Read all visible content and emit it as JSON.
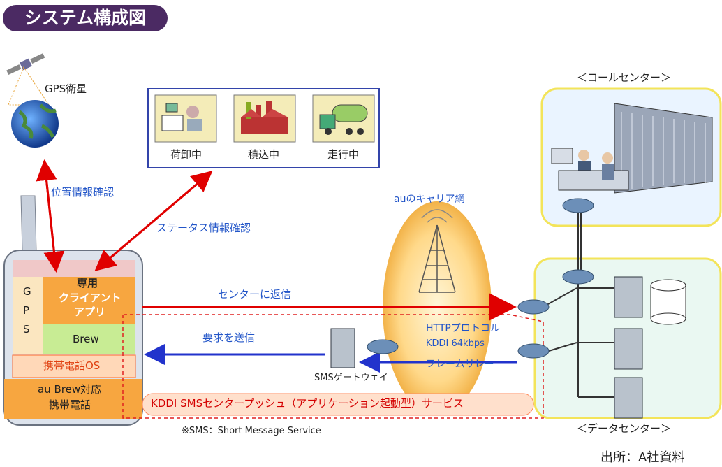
{
  "title": "システム構成図",
  "gps": {
    "satellite_label": "GPS衛星"
  },
  "status_panel": {
    "items": [
      "荷卸中",
      "積込中",
      "走行中"
    ]
  },
  "links": {
    "position_check": "位置情報確認",
    "status_check": "ステータス情報確認",
    "reply_to_center": "センターに返信",
    "send_request": "要求を送信",
    "http_protocol": "HTTPプロトコル",
    "kddi_speed": "KDDI 64kbps",
    "frame_relay": "フレームリレー"
  },
  "network": {
    "carrier": "auのキャリア網",
    "sms_gateway": "SMSゲートウェイ"
  },
  "phone": {
    "gps_column": [
      "G",
      "P",
      "S"
    ],
    "app_line1": "専用",
    "app_line2": "クライアント",
    "app_line3": "アプリ",
    "brew": "Brew",
    "os": "携帯電話OS",
    "device_line1": "au Brew対応",
    "device_line2": "携帯電話"
  },
  "service_bar": "KDDI SMSセンタープッシュ（アプリケーション起動型）サービス",
  "footnote": "※SMS：Short Message Service",
  "call_center_label": "＜コールセンター＞",
  "data_center_label": "＜データセンター＞",
  "source": "出所：A社資料",
  "colors": {
    "title_bg": "#4b2a63",
    "accent_red": "#e00000",
    "accent_blue": "#2233cc",
    "callcenter_bg": "#eaf4ff",
    "datacenter_bg": "#eafaf0",
    "phone_orange": "#f7a640"
  }
}
